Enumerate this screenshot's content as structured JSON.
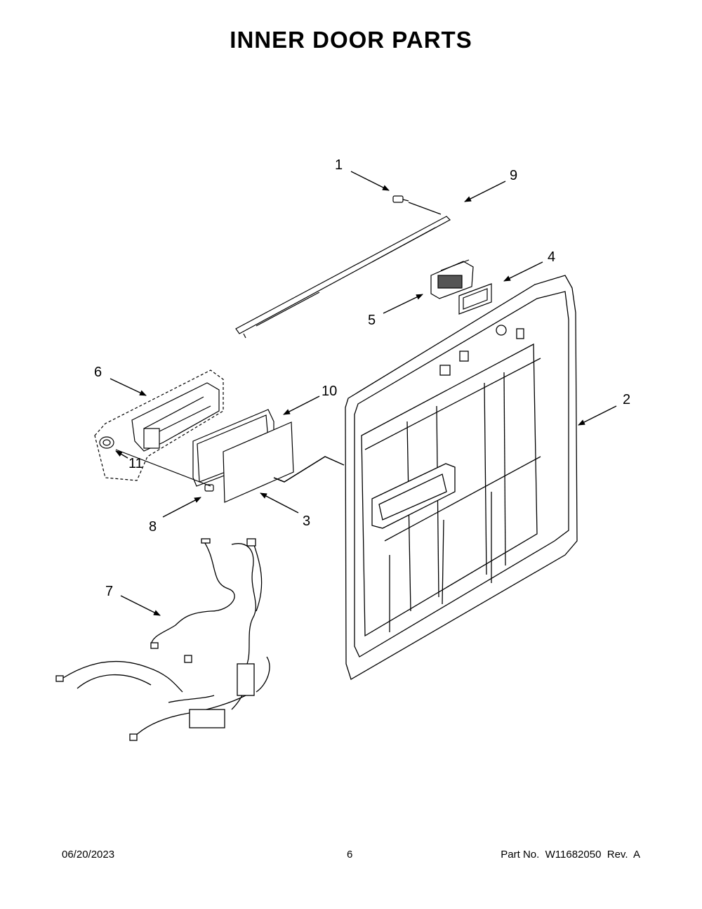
{
  "title": "INNER DOOR PARTS",
  "callouts": [
    "1",
    "2",
    "3",
    "4",
    "5",
    "6",
    "7",
    "8",
    "9",
    "10",
    "11"
  ],
  "footer": {
    "date": "06/20/2023",
    "page": "6",
    "part_no": "Part No.  W11682050  Rev.  A"
  }
}
